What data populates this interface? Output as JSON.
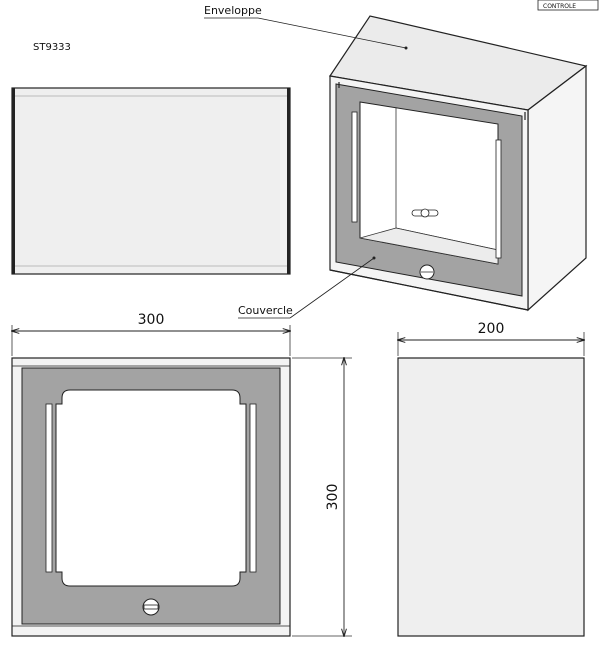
{
  "header": {
    "stamp": "CONTROLE"
  },
  "part_number": "ST9333",
  "callouts": {
    "enclosure": "Enveloppe",
    "cover": "Couvercle"
  },
  "dimensions": {
    "width": "300",
    "height": "300",
    "depth": "200"
  },
  "colors": {
    "panel": "#a3a3a3",
    "surface": "#f0f0f0",
    "top_surface": "#ebebeb",
    "line": "#222222"
  }
}
